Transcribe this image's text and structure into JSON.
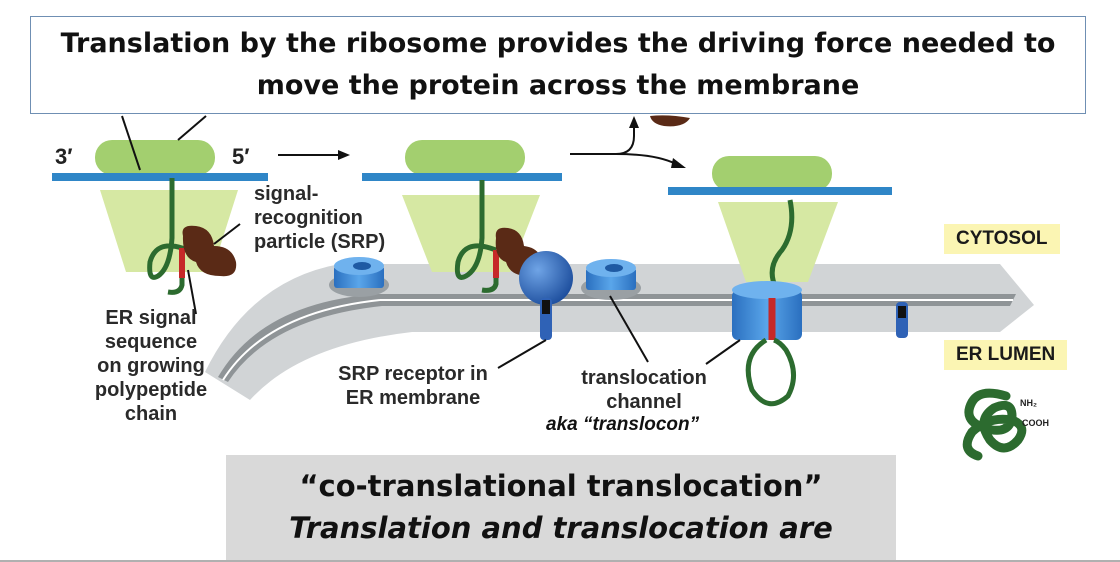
{
  "title": "Translation by the ribosome provides the driving force needed to move the protein across the membrane",
  "mrna": {
    "three_prime": "3′",
    "five_prime": "5′"
  },
  "labels": {
    "srp": [
      "signal-",
      "recognition",
      "particle (SRP)"
    ],
    "er_signal": [
      "ER signal",
      "sequence",
      "on growing",
      "polypeptide",
      "chain"
    ],
    "srp_receptor": [
      "SRP receptor in",
      "ER membrane"
    ],
    "translocation": [
      "translocation",
      "channel"
    ],
    "translocon_aka": "aka “translocon”",
    "cytosol": "CYTOSOL",
    "er_lumen": "ER LUMEN",
    "nh2": "NH₂",
    "cooh": "COOH"
  },
  "bottom": {
    "line1": "“co-translational translocation”",
    "line2": "Translation and translocation are"
  },
  "colors": {
    "ribosome_large": "#d6e8a3",
    "ribosome_small": "#a3cf6f",
    "mrna": "#2f86c7",
    "polypeptide": "#2c6b2f",
    "signal_sequence": "#c62828",
    "srp": "#5a2a16",
    "receptor": "#2f62b6",
    "channel": "#3b8ad1",
    "membrane": "#cfd2d4",
    "label_bg": "#fbf5b3"
  }
}
